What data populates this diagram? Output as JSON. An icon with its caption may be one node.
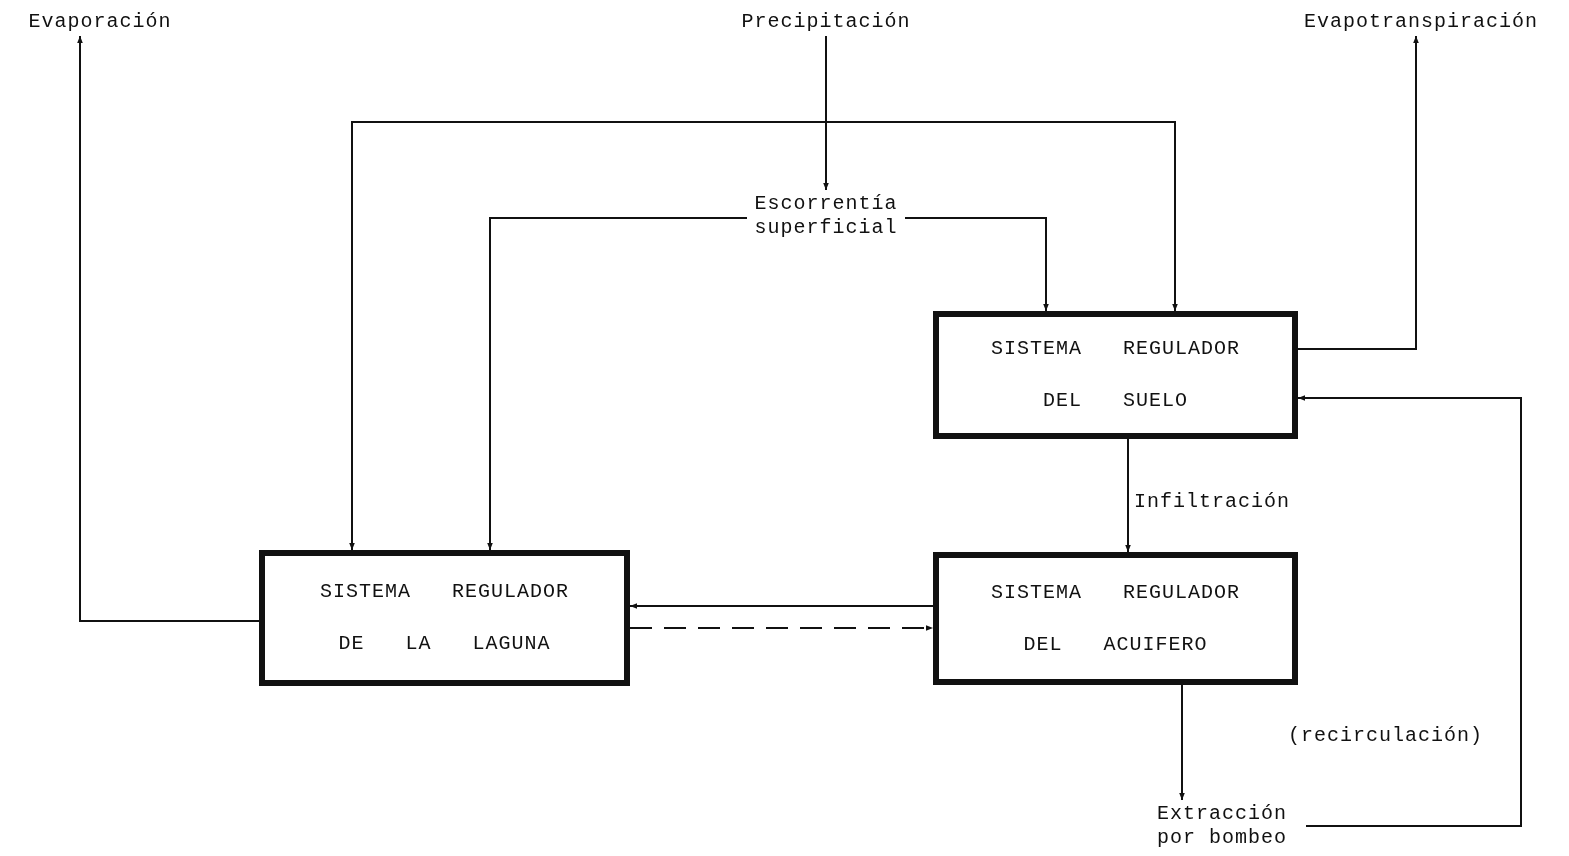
{
  "diagram": {
    "nodes": [
      {
        "text": [
          "Precipitación"
        ]
      },
      {
        "text": [
          "Evaporación"
        ]
      },
      {
        "text": [
          "Evapotranspiración"
        ]
      },
      {
        "text": [
          "Escorrentía superficial"
        ]
      },
      {
        "text": [
          "SISTEMA REGULADOR DEL SUELO"
        ]
      },
      {
        "text": [
          "SISTEMA REGULADOR DE LA LAGUNA"
        ]
      },
      {
        "text": [
          "SISTEMA REGULADOR DEL ACUIFERO"
        ]
      },
      {
        "text": [
          "Extracción por bombeo"
        ]
      }
    ],
    "edges": [
      {
        "from": 0,
        "to": 3,
        "arrow": "to"
      },
      {
        "from": 0,
        "to": 5,
        "arrow": "to"
      },
      {
        "from": 0,
        "to": 4,
        "arrow": "to"
      },
      {
        "from": 3,
        "to": 5,
        "arrow": "to"
      },
      {
        "from": 3,
        "to": 4,
        "arrow": "to"
      },
      {
        "from": 4,
        "to": 2,
        "arrow": "to"
      },
      {
        "from": 5,
        "to": 1,
        "arrow": "to"
      },
      {
        "from": 4,
        "to": 6,
        "arrow": "to",
        "label": "Infiltración"
      },
      {
        "from": 6,
        "to": 5,
        "arrow": "to"
      },
      {
        "from": 5,
        "to": 6,
        "arrow": "to",
        "style": "dashed"
      },
      {
        "from": 6,
        "to": 7,
        "arrow": "to"
      },
      {
        "from": 7,
        "to": 4,
        "arrow": "to",
        "label": "(recirculación)"
      }
    ]
  }
}
